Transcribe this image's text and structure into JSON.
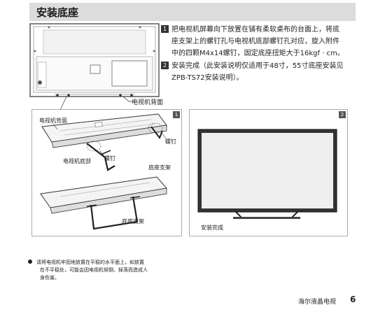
{
  "section": {
    "title": "安装底座"
  },
  "steps": [
    {
      "num": "1",
      "line1": "把电视机屏幕向下放置在铺有柔软桌布的台面上，将底",
      "line2": "座支架上的螺钉孔与电视机底部螺钉孔对应，旋入附件",
      "line3": "中的四颗M4x14螺钉，固定底座扭矩大于16kgf · cm。"
    },
    {
      "num": "2",
      "line1": "安装完成（此安装说明仅适用于48寸，55寸底座安装见",
      "line2": "ZPB-TS72安装说明）。"
    }
  ],
  "labels": {
    "tv_back_top": "电视机背面",
    "tv_back_left": "电视机背面",
    "screw_right": "螺钉",
    "screw_mid": "螺钉",
    "tv_bottom": "电视机底部",
    "stand_top": "底座支架",
    "stand_bottom": "底座支架",
    "install_done": "安装完成"
  },
  "panel_tags": {
    "left": "1",
    "right": "2"
  },
  "note": {
    "line1": "请将电视机牢固地放置在平稳的水平面上，如放置",
    "line2": "在不平稳处，可能会因电视机倾倒、掉落而造成人",
    "line3": "身伤害。"
  },
  "footer": {
    "brand": "海尔液晶电视",
    "page": "6"
  }
}
